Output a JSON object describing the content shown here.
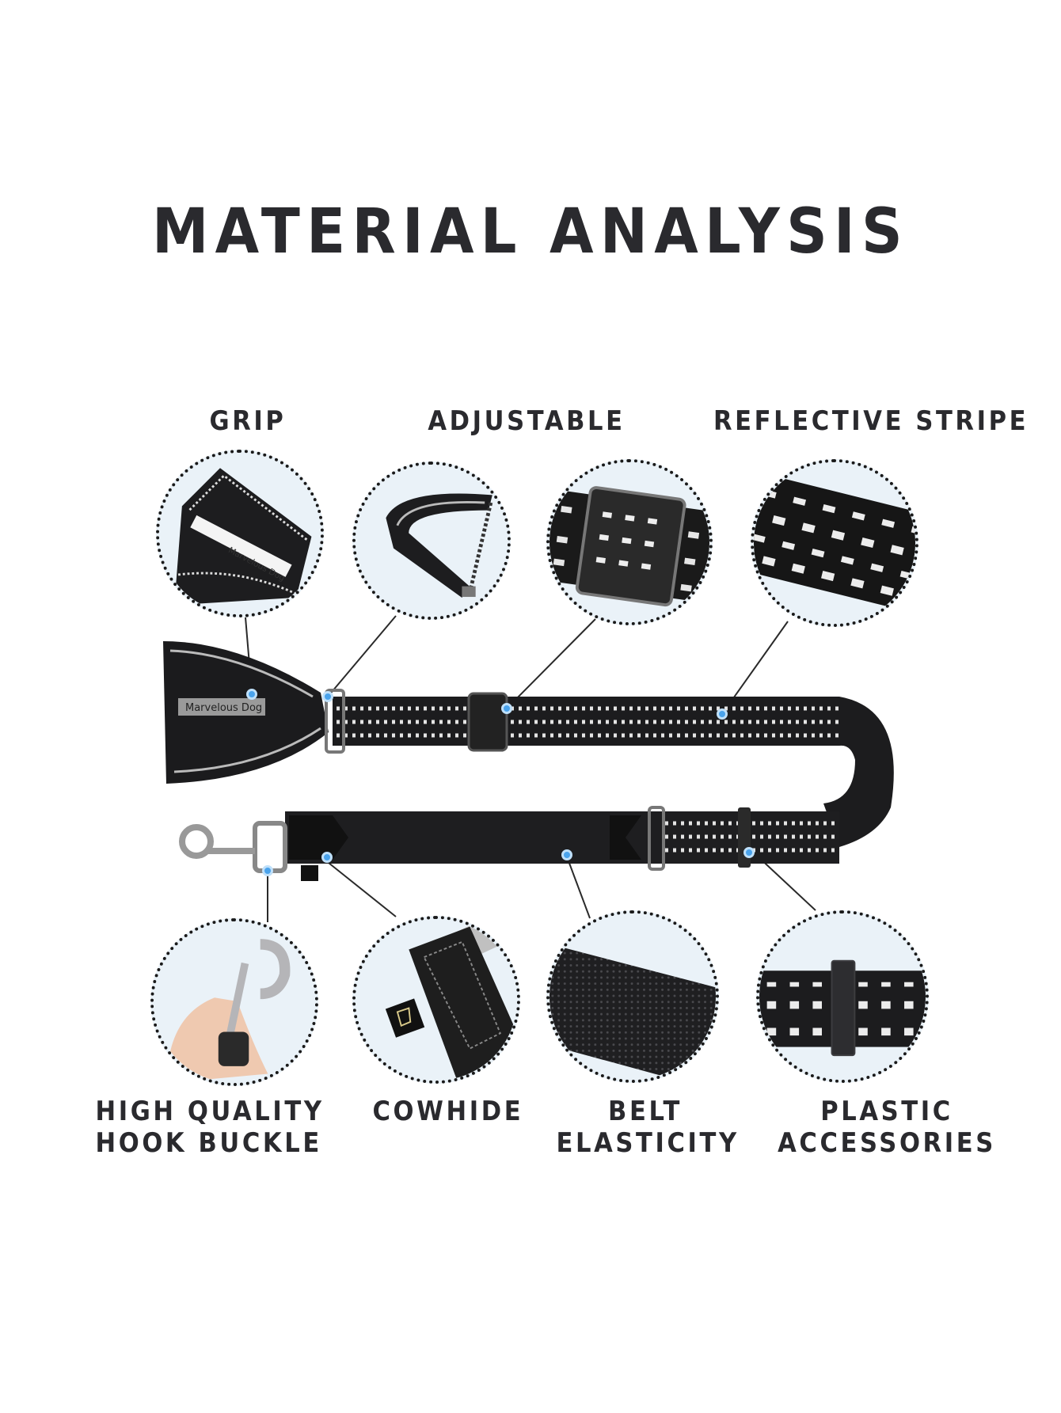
{
  "title": "MATERIAL ANALYSIS",
  "top_labels": [
    {
      "id": "grip",
      "text": "GRIP"
    },
    {
      "id": "adjustable",
      "text": "ADJUSTABLE"
    },
    {
      "id": "reflective",
      "text": "REFLECTIVE STRIPE"
    }
  ],
  "bottom_labels": [
    {
      "id": "hook",
      "line1": "HIGH QUALITY",
      "line2": "HOOK BUCKLE"
    },
    {
      "id": "cowhide",
      "line1": "COWHIDE",
      "line2": ""
    },
    {
      "id": "belt",
      "line1": "BELT",
      "line2": "ELASTICITY"
    },
    {
      "id": "plastic",
      "line1": "PLASTIC",
      "line2": "ACCESSORIES"
    }
  ],
  "brand_text": "Marvelous Dog",
  "colors": {
    "text": "#2a2a2e",
    "callout_bg": "#eaf2f8",
    "marker": "#4aa3ec",
    "strap": "#1c1c1e",
    "reflective": "#e8e8e8"
  }
}
